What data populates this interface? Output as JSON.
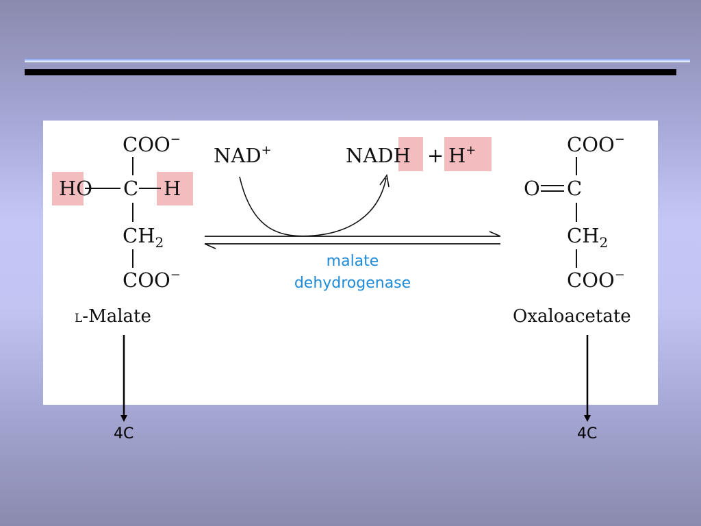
{
  "reaction": {
    "substrate": {
      "top_group": "COO",
      "top_charge": "−",
      "left_group": "HO",
      "center_atom": "C",
      "right_group": "H",
      "middle_group": "CH",
      "middle_subscript": "2",
      "bottom_group": "COO",
      "bottom_charge": "−",
      "name_prefix": "L",
      "name": "-Malate"
    },
    "cofactor_in": {
      "label": "NAD",
      "charge": "+"
    },
    "cofactor_out": {
      "label": "NAD",
      "highlighted_h": "H",
      "plus": "+",
      "proton": "H",
      "proton_charge": "+"
    },
    "enzyme": {
      "line1": "malate",
      "line2": "dehydrogenase"
    },
    "product": {
      "top_group": "COO",
      "top_charge": "−",
      "left_group": "O",
      "center_atom": "C",
      "middle_group": "CH",
      "middle_subscript": "2",
      "bottom_group": "COO",
      "bottom_charge": "−",
      "name": "Oxaloacetate"
    }
  },
  "annotations": {
    "left_carbon_count": "4C",
    "right_carbon_count": "4C"
  },
  "colors": {
    "highlight": "#f3bcbf",
    "enzyme_text": "#1f8bd6",
    "background": "#c4c6f6"
  }
}
